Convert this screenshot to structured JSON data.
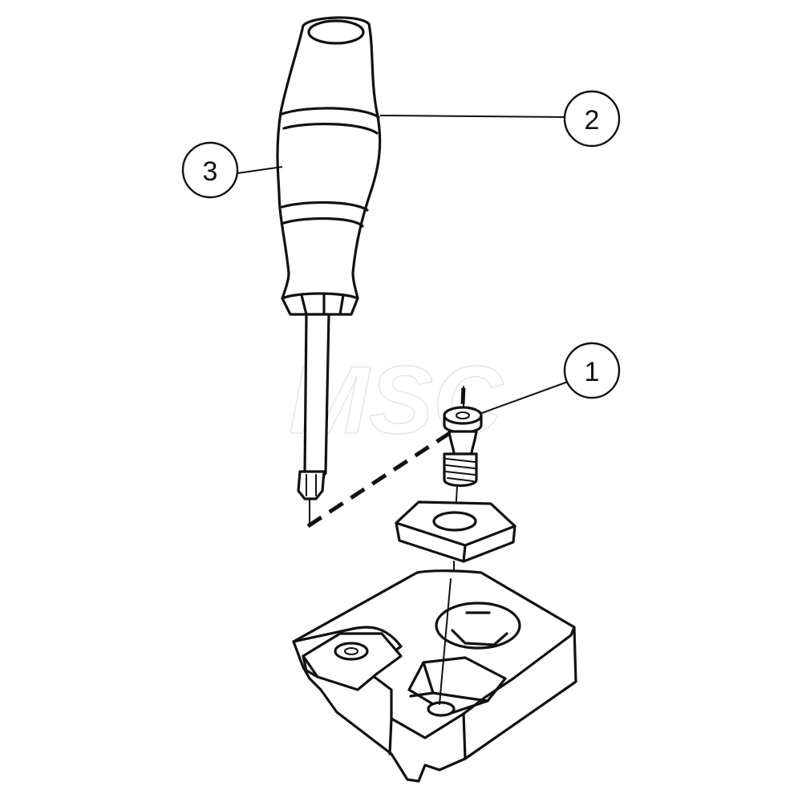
{
  "diagram": {
    "callouts": [
      {
        "id": "1",
        "label": "1"
      },
      {
        "id": "2",
        "label": "2"
      },
      {
        "id": "3",
        "label": "3"
      }
    ],
    "watermark": "MSC"
  },
  "colors": {
    "ink": "#111111",
    "background": "#ffffff"
  }
}
